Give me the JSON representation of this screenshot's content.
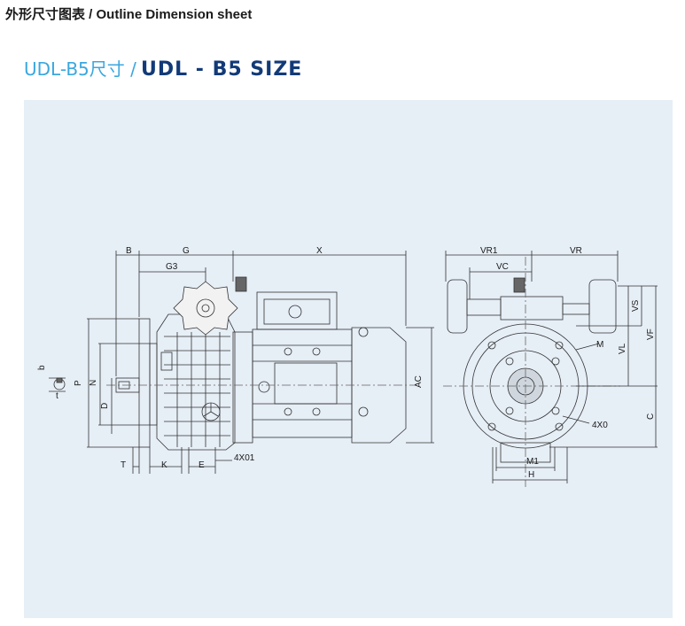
{
  "page_heading": "外形尺寸图表 / Outline Dimension sheet",
  "size_heading": {
    "cn": "UDL-B5尺寸 /",
    "en": "UDL - B5 SIZE"
  },
  "labels": {
    "b": "b",
    "t": "t",
    "P": "P",
    "N": "N",
    "D": "D",
    "B": "B",
    "G": "G",
    "G3": "G3",
    "X": "X",
    "AC": "AC",
    "T": "T",
    "K": "K",
    "E": "E",
    "bolt": "4X01",
    "VR1": "VR1",
    "VR": "VR",
    "VC": "VC",
    "VS": "VS",
    "VL": "VL",
    "VF": "VF",
    "M": "M",
    "holes": "4X0",
    "C": "C",
    "M1": "M1",
    "H": "H"
  }
}
